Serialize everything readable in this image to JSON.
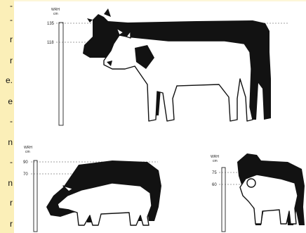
{
  "side_text": [
    "-",
    "-",
    "r",
    "r",
    "e.",
    "e",
    "-",
    "n",
    "-",
    "n",
    "r",
    "r"
  ],
  "panels": {
    "cattle": {
      "unit_title": "WRH",
      "unit_sub": "cm",
      "ticks": [
        "135",
        "118"
      ]
    },
    "pig": {
      "unit_title": "WRH",
      "unit_sub": "cm",
      "ticks": [
        "90",
        "70"
      ]
    },
    "sheep": {
      "unit_title": "WRH",
      "unit_sub": "cm",
      "ticks": [
        "75",
        "60"
      ]
    }
  },
  "colors": {
    "silhouette": "#121212",
    "outline_animal": "#ffffff",
    "background": "#fdf6d8"
  }
}
